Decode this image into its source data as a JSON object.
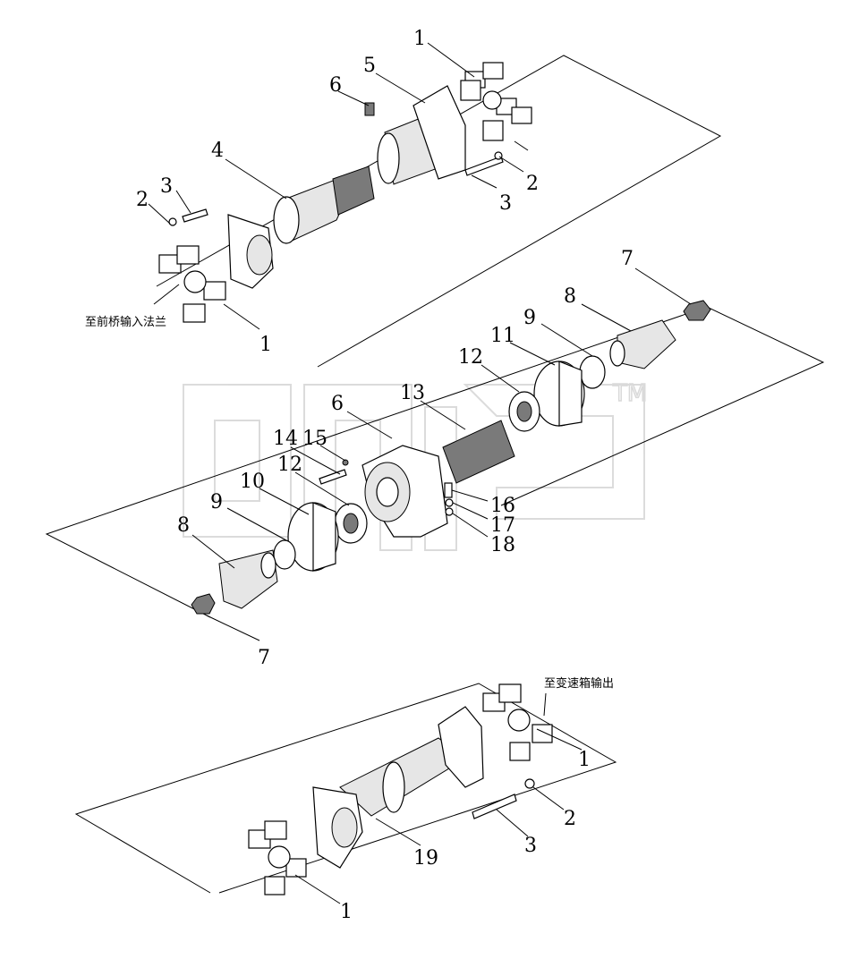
{
  "callouts": {
    "top": [
      "1",
      "5",
      "6",
      "4",
      "3",
      "2",
      "2",
      "3",
      "1"
    ],
    "middle": [
      "7",
      "8",
      "9",
      "11",
      "12",
      "13",
      "6",
      "14",
      "15",
      "12",
      "10",
      "9",
      "8",
      "7",
      "16",
      "17",
      "18"
    ],
    "bottom": [
      "1",
      "2",
      "3",
      "19",
      "1"
    ]
  },
  "notes": {
    "to_front_axle_input_flange": "至前桥输入法兰",
    "to_gearbox_output": "至变速箱输出"
  },
  "watermark": {
    "text": "TM"
  }
}
